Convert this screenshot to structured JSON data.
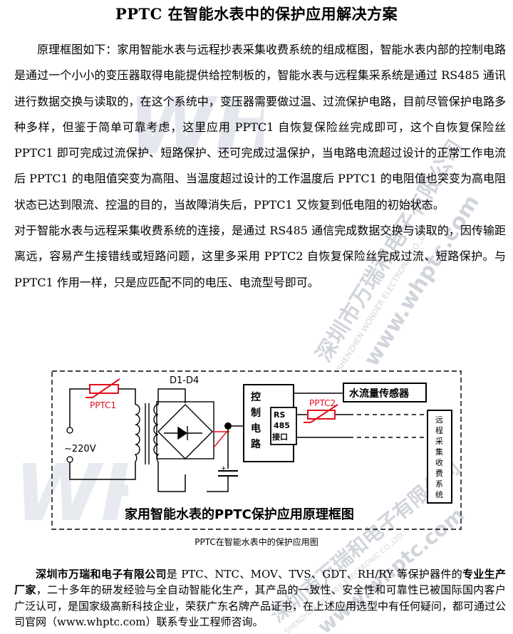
{
  "title": "PPTC 在智能水表中的保护应用解决方案",
  "paragraphs": [
    "原理框图如下：家用智能水表与远程抄表采集收费系统的组成框图，智能水表内部的控制电路是通过一个小小的变压器取得电能提供给控制板的，智能水表与远程集采系统是通过 RS485 通讯进行数据交换与读取的，在这个系统中，变压器需要做过温、过流保护电路，目前尽管保护电路多种多样，但鉴于简单可靠考虑，这里应用 PPTC1 自恢复保险丝完成即可，这个自恢复保险丝 PPTC1 即可完成过流保护、短路保护、还可完成过温保护，当电路电流超过设计的正常工作电流后 PPTC1 的电阻值突变为高阻、当温度超过设计的工作温度后 PPTC1 的电阻值也突变为高电阻状态已达到限流、控温的目的，当故障消失后，PPTC1 又恢复到低电阻的初始状态。",
    "对于智能水表与远程采集收费系统的连接，是通过 RS485 通信完成数据交换与读取的，因传输距离远，容易产生接错线或短路问题，这里多采用 PPTC2 自恢复保险丝完成过流、短路保护。与 PPTC1 作用一样，只是应匹配不同的电压、电流型号即可。"
  ],
  "diagram": {
    "pptc1": "PPTC1",
    "pptc2": "PPTC2",
    "voltage": "~220V",
    "bridge": "D1-D4",
    "control": [
      "控",
      "制",
      "电",
      "路"
    ],
    "rs485": [
      "RS",
      "485",
      "接口"
    ],
    "sensor": "水流量传感器",
    "remote": [
      "远",
      "程",
      "采",
      "集",
      "收",
      "费",
      "系",
      "统"
    ],
    "caption_inside": "家用智能水表的PPTC保护应用原理框图"
  },
  "caption": "PPTC在智能水表中的保护应用图",
  "company": {
    "name": "深圳市万瑞和电子有限公司",
    "text1": "是 PTC、NTC、MOV、TVS、GDT、RH/RY 等保护器件的",
    "bold2": "专业生产厂家",
    "text2": "，二十多年的研发经验与全自动智能化生产，其产品的一致性、安全性和可靠性已被国际国内客户广泛认可，是国家级高新科技企业，荣获广东名牌产品证书，在上述应用选型中有任何疑问，都可通过公司官网（www.whptc.com）联系专业工程师咨询。"
  },
  "watermark": {
    "company_cn": "深圳市万瑞和电子有限公司",
    "company_en": "SHENZHEN WONDER ELECTRONIC CO.,LTD",
    "url": "www.whptc.com",
    "logo": "WH"
  },
  "colors": {
    "pptc_red": "#e0101e",
    "watermark": "#b8c0cc"
  }
}
